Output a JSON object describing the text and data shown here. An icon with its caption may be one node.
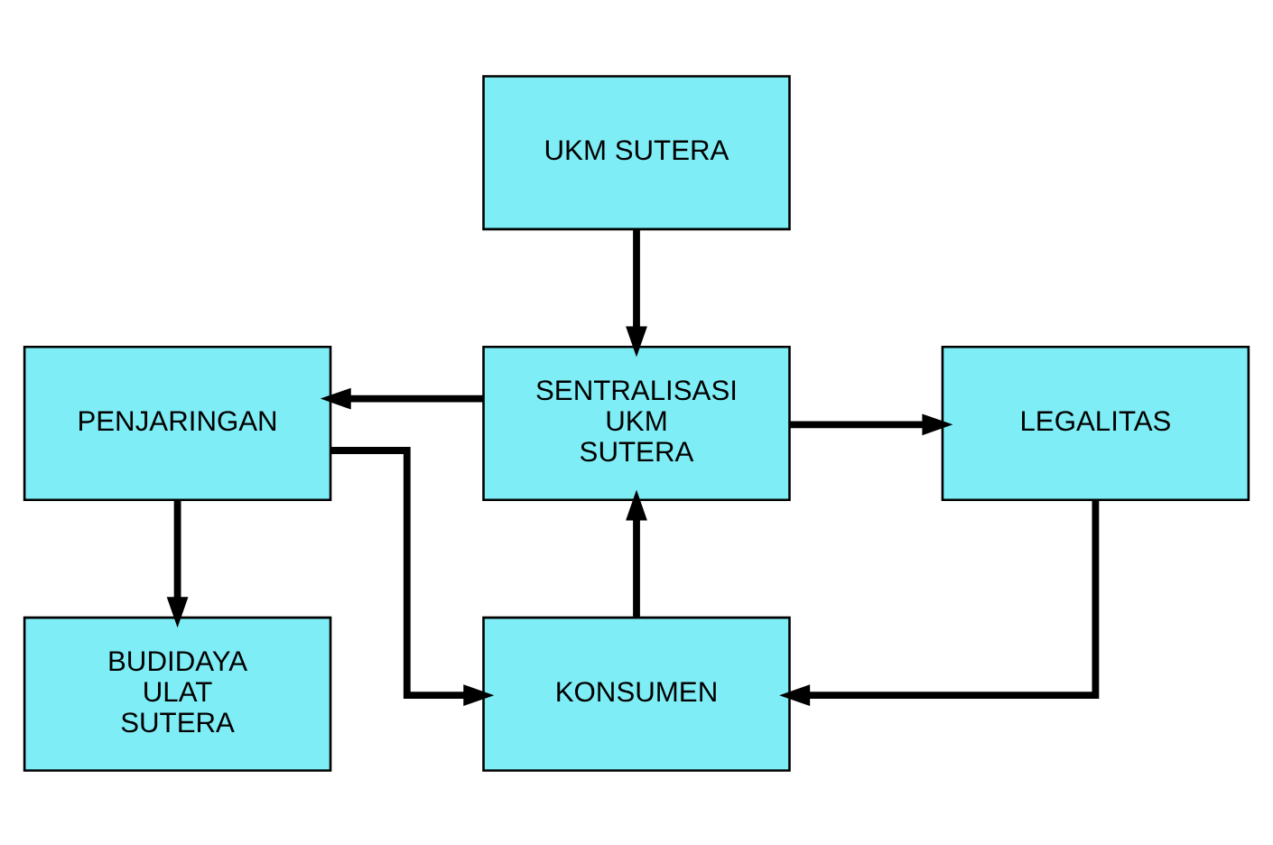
{
  "diagram": {
    "nodes": [
      {
        "text": [
          "UKM SUTERA"
        ]
      },
      {
        "text": [
          "PENJARINGAN"
        ]
      },
      {
        "text": [
          "SENTRALISASI UKM SUTERA"
        ]
      },
      {
        "text": [
          "LEGALITAS"
        ]
      },
      {
        "text": [
          "KONSUMEN"
        ]
      },
      {
        "text": [
          "BUDIDAYA ULAT SUTERA"
        ]
      }
    ],
    "edges": [
      {
        "from": 0,
        "to": 2,
        "arrow": "to"
      },
      {
        "from": 2,
        "to": 1,
        "arrow": "to"
      },
      {
        "from": 2,
        "to": 3,
        "arrow": "to"
      },
      {
        "from": 3,
        "to": 4,
        "arrow": "to"
      },
      {
        "from": 4,
        "to": 2,
        "arrow": "to"
      },
      {
        "from": 1,
        "to": 4,
        "arrow": "to"
      },
      {
        "from": 1,
        "to": 5,
        "arrow": "to"
      }
    ]
  }
}
